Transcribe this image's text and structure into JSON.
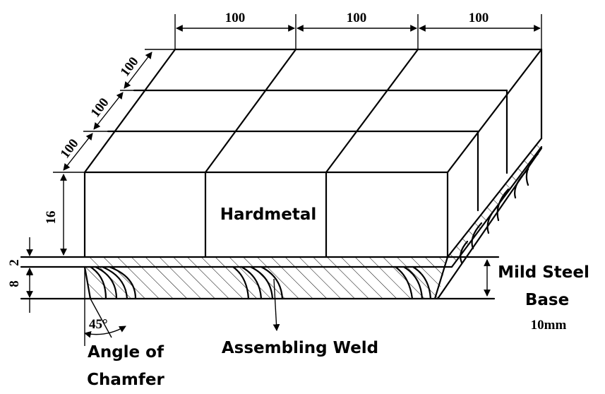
{
  "dimensions": {
    "top_widths": [
      "100",
      "100",
      "100"
    ],
    "side_depths": [
      "100",
      "100",
      "100"
    ],
    "hardmetal_thickness": "16",
    "weld_layer_thickness": "2",
    "base_thickness": "8"
  },
  "labels": {
    "hardmetal": "Hardmetal",
    "mild_steel_line1": "Mild Steel",
    "mild_steel_line2": "Base",
    "mild_steel_thickness": "10mm",
    "assembling_weld": "Assembling Weld",
    "angle_line1": "Angle of",
    "angle_line2": "Chamfer",
    "angle_value": "45°"
  }
}
